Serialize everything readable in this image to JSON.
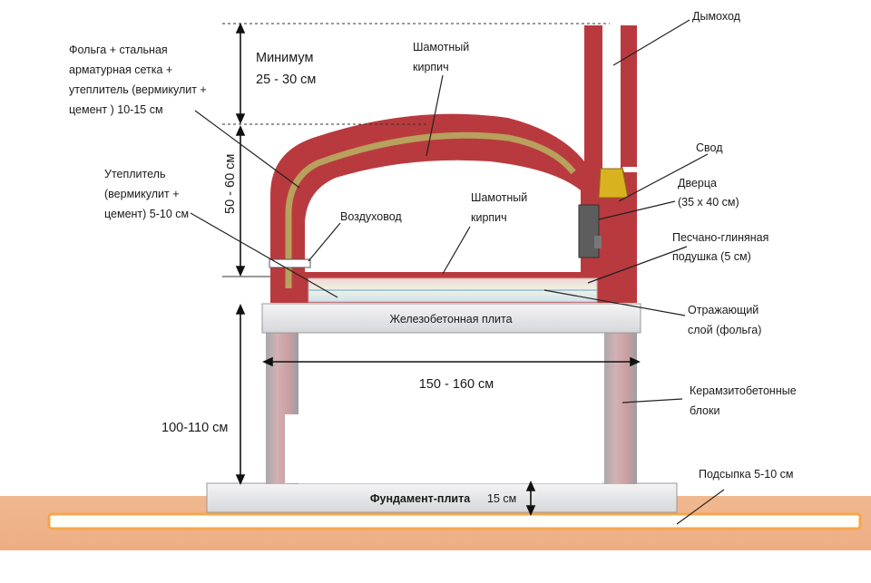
{
  "labels": {
    "min_height": [
      "Минимум",
      "25 - 30 см"
    ],
    "foil_insulation": [
      "Фольга + стальная",
      "арматурная сетка  +",
      "утеплитель (вермикулит +",
      "цемент ) 10-15  см"
    ],
    "fireclay_top": [
      "Шамотный",
      "кирпич"
    ],
    "chimney": "Дымоход",
    "vault": "Свод",
    "door": [
      "Дверца",
      "(35 х 40  см)"
    ],
    "insulation_base": [
      "Утеплитель",
      "(вермикулит +",
      "цемент) 5-10 см"
    ],
    "height_dome": "50 - 60 см",
    "air_duct": "Воздуховод",
    "fireclay_floor": [
      "Шамотный",
      "кирпич"
    ],
    "sand_clay": [
      "Песчано-глиняная",
      "подушка  (5 см)"
    ],
    "reflective": [
      "Отражающий",
      "слой (фольга)"
    ],
    "concrete_slab": "Железобетонная плита",
    "width": "150 - 160 см",
    "blocks": [
      "Керамзитобетонные",
      "блоки"
    ],
    "height_base": "100-110 см",
    "bedding": "Подсыпка  5-10  см",
    "foundation": "Фундамент-плита",
    "foundation_thick": "15 см"
  },
  "colors": {
    "brick": "#b93a3e",
    "insulation": "#b7a15c",
    "slab": "#e9eaec",
    "column": "#c9a3a6",
    "ground": "#efb68c",
    "gravel": "#f5a64c",
    "door": "#5d5d5d",
    "vault_fill": "#d8b21f"
  }
}
